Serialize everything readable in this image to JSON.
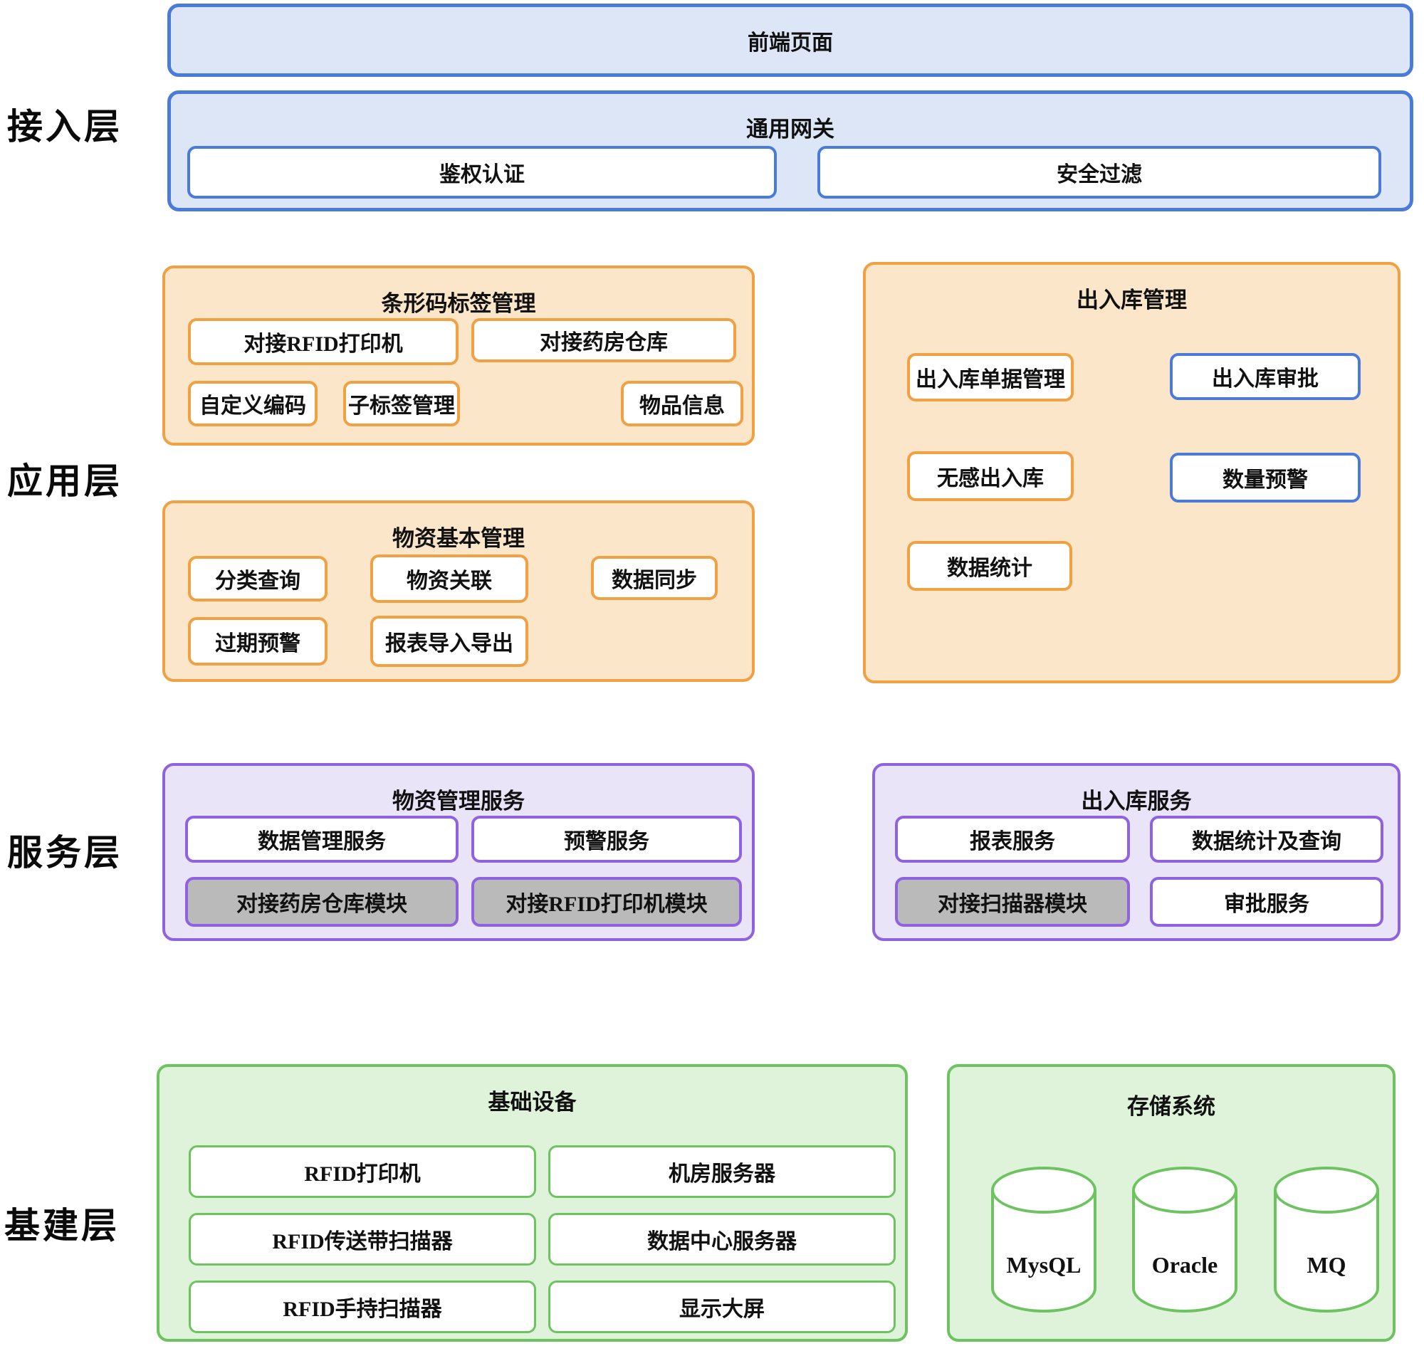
{
  "layer_labels": {
    "access": "接入层",
    "application": "应用层",
    "service": "服务层",
    "infra": "基建层"
  },
  "access": {
    "frontend": "前端页面",
    "gateway_title": "通用网关",
    "auth": "鉴权认证",
    "filter": "安全过滤"
  },
  "application": {
    "barcode": {
      "title": "条形码标签管理",
      "rfid_printer": "对接RFID打印机",
      "pharmacy_warehouse": "对接药房仓库",
      "custom_code": "自定义编码",
      "sub_label": "子标签管理",
      "item_info": "物品信息"
    },
    "material": {
      "title": "物资基本管理",
      "category_query": "分类查询",
      "material_relation": "物资关联",
      "data_sync": "数据同步",
      "expiry_warning": "过期预警",
      "report_import_export": "报表导入导出"
    },
    "inout": {
      "title": "出入库管理",
      "doc_mgmt": "出入库单据管理",
      "approval": "出入库审批",
      "seamless": "无感出入库",
      "quantity_warning": "数量预警",
      "data_stats": "数据统计"
    }
  },
  "service": {
    "material_service": {
      "title": "物资管理服务",
      "data_mgmt": "数据管理服务",
      "warning": "预警服务",
      "pharmacy_module": "对接药房仓库模块",
      "rfid_printer_module": "对接RFID打印机模块"
    },
    "inout_service": {
      "title": "出入库服务",
      "report": "报表服务",
      "stats_query": "数据统计及查询",
      "scanner_module": "对接扫描器模块",
      "approval_service": "审批服务"
    }
  },
  "infra": {
    "equipment": {
      "title": "基础设备",
      "rfid_printer": "RFID打印机",
      "server_room": "机房服务器",
      "rfid_belt_scanner": "RFID传送带扫描器",
      "datacenter_server": "数据中心服务器",
      "rfid_hand_scanner": "RFID手持扫描器",
      "big_screen": "显示大屏"
    },
    "storage": {
      "title": "存储系统",
      "db1": "MysQL",
      "db2": "Oracle",
      "db3": "MQ"
    }
  },
  "colors": {
    "blue_border": "#4a7bd9",
    "blue_fill": "#dde6f7",
    "orange_border": "#f0a144",
    "orange_fill": "#fbe6ca",
    "purple_border": "#8f63e0",
    "purple_fill": "#eae4f9",
    "green_border": "#6cc360",
    "green_fill": "#def3d9",
    "gray_fill": "#bababa",
    "text": "#111111"
  }
}
